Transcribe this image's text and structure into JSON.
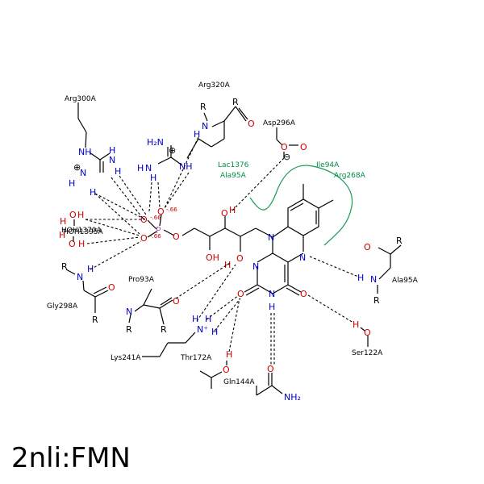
{
  "title": "2nli:FMN",
  "residues": {
    "arg300": "Arg300A",
    "arg320": "Arg320A",
    "asp296": "Asp296A",
    "gly298": "Gly298A",
    "pro93": "Pro93A",
    "lys241": "Lys241A",
    "thr172": "Thr172A",
    "gln144": "Gln144A",
    "ser122": "Ser122A",
    "ala95": "Ala95A",
    "hoh1": "HOH1370A",
    "hoh2": "HOH1395A"
  },
  "hydrophobic": {
    "lac": "Lac1376",
    "ala95": "Ala95A",
    "ile94": "Ile94A",
    "arg268": "Arg268A"
  },
  "charges": {
    "o1": "-.66",
    "o2": "-.66",
    "o3": "-.66"
  },
  "colors": {
    "nitrogen": "#0000cc",
    "oxygen": "#cc0000",
    "phosphorus": "#b05cc0",
    "hydrophobic": "#1a9a56"
  }
}
